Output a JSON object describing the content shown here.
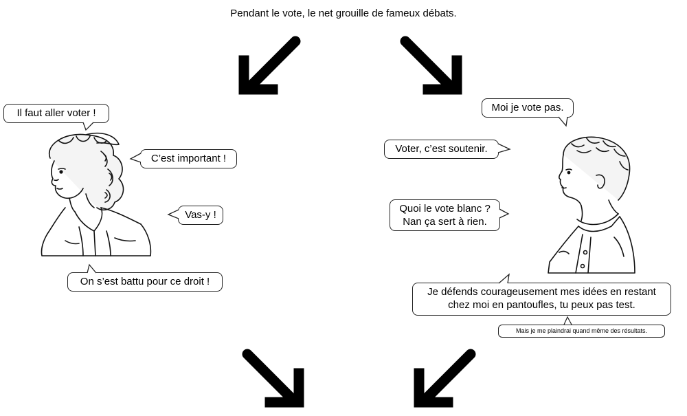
{
  "header": {
    "title": "Pendant le vote, le net grouille de fameux débats."
  },
  "left": {
    "bubbles": [
      {
        "text": "Il faut aller voter !"
      },
      {
        "text": "C’est important !"
      },
      {
        "text": "Vas-y !"
      },
      {
        "text": "On s’est battu pour ce droit !"
      }
    ]
  },
  "right": {
    "bubbles": [
      {
        "text": "Moi je vote pas."
      },
      {
        "text": "Voter, c’est soutenir."
      },
      {
        "line1": "Quoi le vote blanc ?",
        "line2": "Nan ça sert à rien."
      },
      {
        "line1": "Je défends courageusement mes idées en restant",
        "line2": "chez moi en pantoufles, tu peux pas test."
      },
      {
        "text": "Mais je me plaindrai quand même des résultats."
      }
    ]
  },
  "icons": {
    "arrow_top_left": "arrow-down-left-icon",
    "arrow_top_right": "arrow-down-right-icon",
    "arrow_bottom_left": "arrow-down-right-icon",
    "arrow_bottom_right": "arrow-down-left-icon"
  },
  "colors": {
    "ink": "#000000",
    "paper": "#ffffff"
  }
}
